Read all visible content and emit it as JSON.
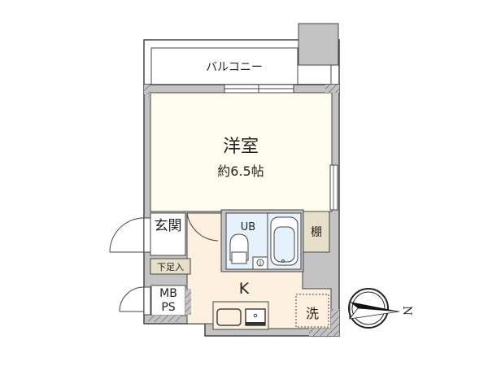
{
  "plan": {
    "colors": {
      "wall": "#c3c3c3",
      "outline": "#444444",
      "western_room": "#fffdf0",
      "kitchen": "#fdf0df",
      "bath": "#e6f2fb",
      "storage": "#e7dfc9",
      "balcony": "#ffffff"
    },
    "rooms": {
      "balcony": {
        "label": "バルコニー"
      },
      "western_room": {
        "label": "洋室",
        "area": "約6.5帖"
      },
      "entrance": {
        "label": "玄関"
      },
      "shoe_box": {
        "label": "下足入"
      },
      "mb_ps": {
        "label_line1": "MB",
        "label_line2": "PS"
      },
      "unit_bath": {
        "label": "UB"
      },
      "shelf": {
        "label": "棚"
      },
      "kitchen": {
        "label": "K"
      },
      "washer": {
        "label": "洗"
      }
    },
    "compass": {
      "label": "N",
      "icon": "compass-north-arrow-icon"
    }
  }
}
